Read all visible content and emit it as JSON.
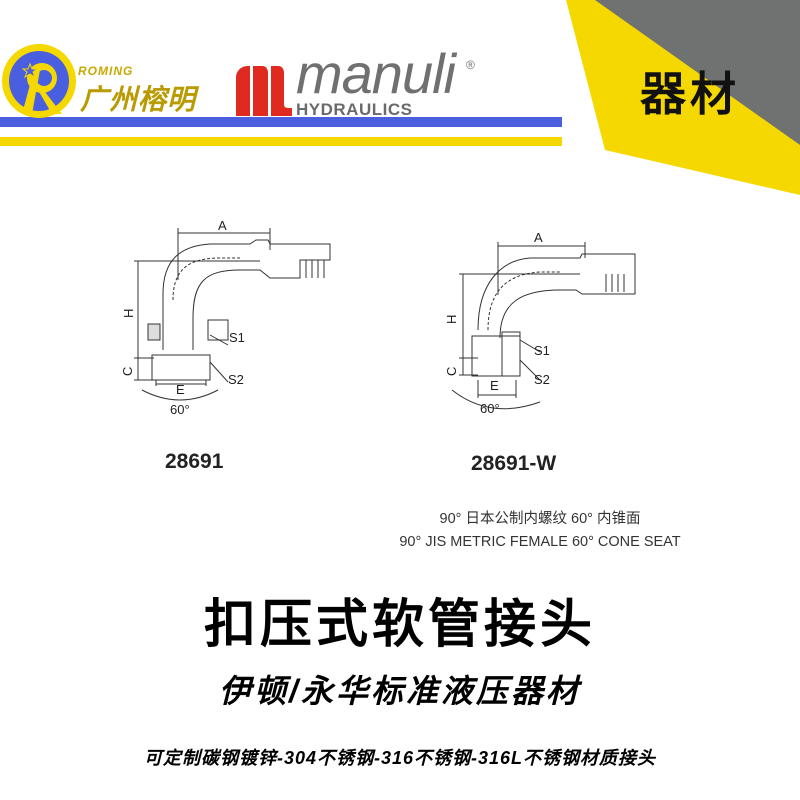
{
  "header": {
    "company_logo": {
      "latin_name": "ROMING",
      "cn_name": "广州榕明",
      "icon": "roming-r-star-logo-icon"
    },
    "brand_logo": {
      "name": "manuli",
      "registered_mark": "®",
      "subtitle": "HYDRAULICS",
      "icon": "manuli-m-logo-icon"
    },
    "category_badge": "器材",
    "colors": {
      "blue_stripe": "#4a5fe0",
      "yellow": "#f5d800",
      "gray_corner": "#6f7271",
      "manuli_red": "#e02a20",
      "manuli_gray": "#707070"
    }
  },
  "drawings": [
    {
      "part_number": "28691",
      "labels": {
        "a": "A",
        "h": "H",
        "c": "C",
        "e": "E",
        "s1": "S1",
        "s2": "S2",
        "angle": "60°"
      }
    },
    {
      "part_number": "28691-W",
      "labels": {
        "a": "A",
        "h": "H",
        "c": "C",
        "e": "E",
        "s1": "S1",
        "s2": "S2",
        "angle": "60°"
      }
    }
  ],
  "description": {
    "cn": "90° 日本公制内螺纹 60° 内锥面",
    "en": "90° JIS METRIC FEMALE 60° CONE SEAT"
  },
  "titles": {
    "main": "扣压式软管接头",
    "sub": "伊顿/永华标准液压器材",
    "materials": "可定制碳钢镀锌-304不锈钢-316不锈钢-316L不锈钢材质接头"
  }
}
